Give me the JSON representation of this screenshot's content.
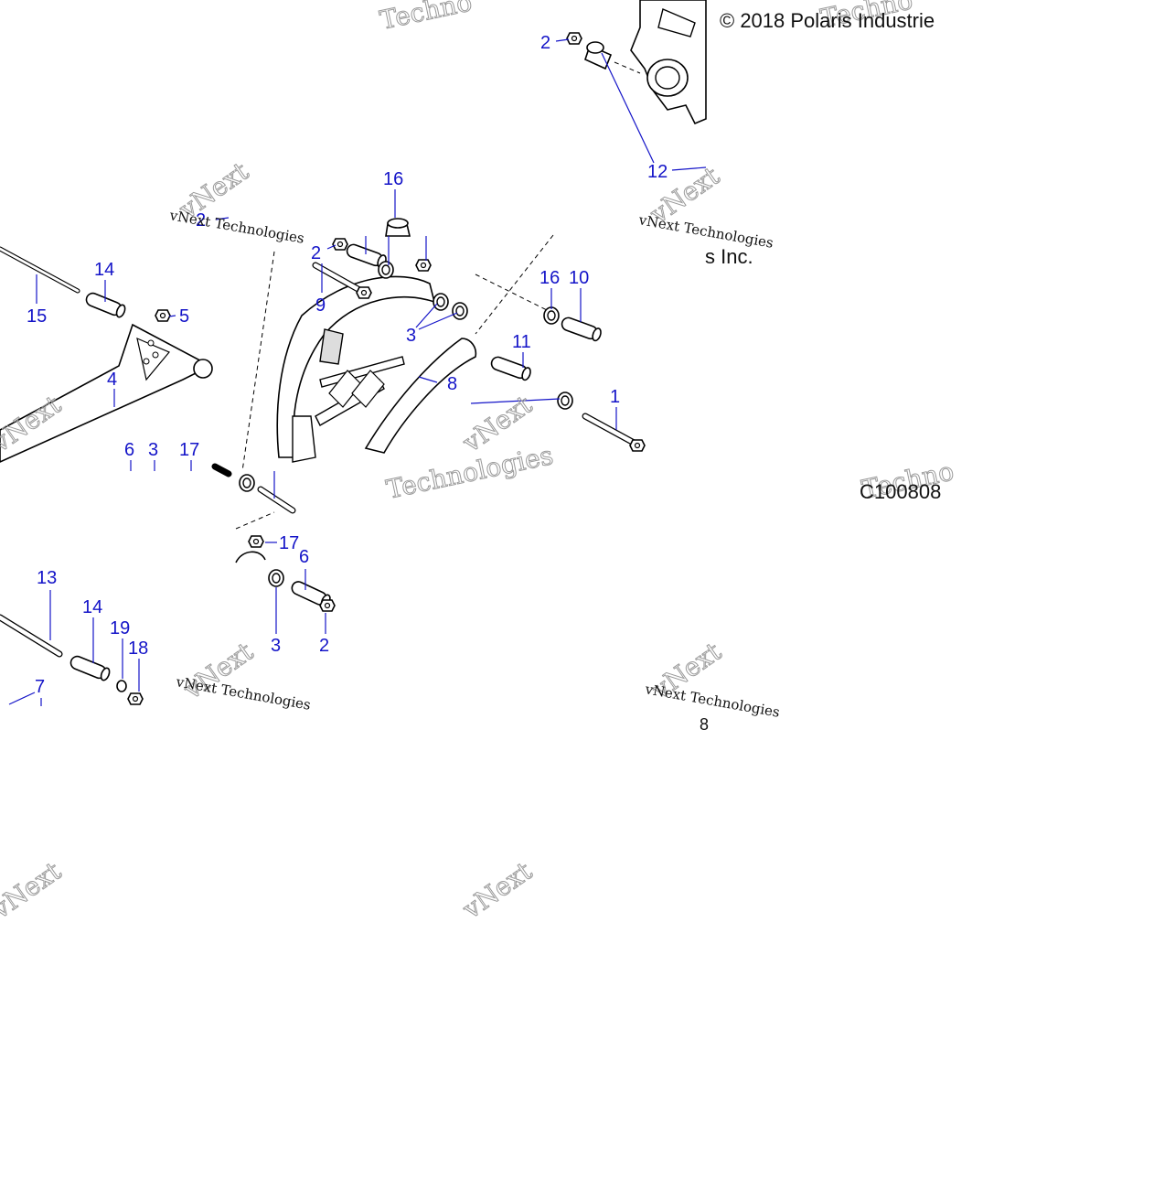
{
  "copyright_line1": "© 2018 Polaris Industrie",
  "copyright_line2": "s Inc.",
  "part_number": "C100808",
  "part_number_fragment": "8",
  "watermark_small": "vNext Technologies",
  "watermark_large_1": "Techno",
  "watermark_large_2": "vNext",
  "watermark_large_3": "Technologies",
  "callouts": [
    "1",
    "2",
    "3",
    "4",
    "5",
    "6",
    "7",
    "8",
    "9",
    "10",
    "11",
    "12",
    "13",
    "14",
    "15",
    "16",
    "17",
    "18",
    "19"
  ],
  "colors": {
    "callout": "#1414c8",
    "line": "#000000",
    "part_fill": "#ffffff",
    "background": "#ffffff"
  }
}
